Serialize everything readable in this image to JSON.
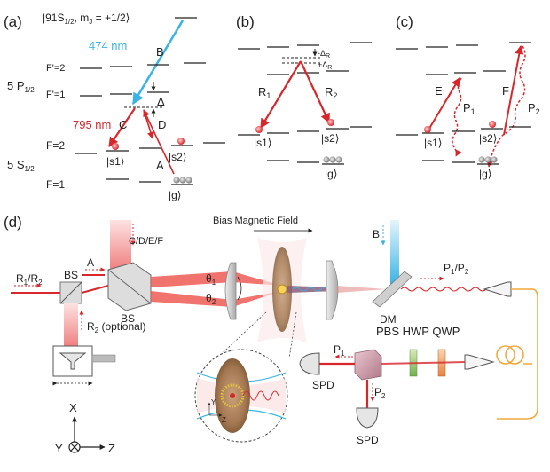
{
  "panels": {
    "a": {
      "label": "(a)",
      "rydberg_state": "|91S",
      "rydberg_sub": "1/2",
      "rydberg_mj": ", m",
      "rydberg_mj_sub": "J",
      "rydberg_mj_val": " = +1/2⟩",
      "wl_blue": "474 nm",
      "beam_B": "B",
      "p_state": "5 P",
      "p_sub": "1/2",
      "fp2": "F'=2",
      "fp1": "F'=1",
      "delta": "Δ",
      "wl_red": "795 nm",
      "beam_C": "C",
      "beam_D": "D",
      "beam_A": "A",
      "f2": "F=2",
      "s_state": "5 S",
      "s_sub": "1/2",
      "f1": "F=1",
      "ket_s1": "|s1⟩",
      "ket_s2": "|s2⟩",
      "ket_g": "|g⟩"
    },
    "b": {
      "label": "(b)",
      "minus_dr": "-Δ",
      "minus_dr_sub": "R",
      "plus_dr": "+Δ",
      "plus_dr_sub": "R",
      "beam_R1": "R",
      "beam_R1_sub": "1",
      "beam_R2": "R",
      "beam_R2_sub": "2",
      "ket_s1": "|s1⟩",
      "ket_s2": "|s2⟩",
      "ket_g": "|g⟩"
    },
    "c": {
      "label": "(c)",
      "beam_E": "E",
      "beam_F": "F",
      "beam_P1": "P",
      "beam_P1_sub": "1",
      "beam_P2": "P",
      "beam_P2_sub": "2",
      "ket_s1": "|s1⟩",
      "ket_s2": "|s2⟩",
      "ket_g": "|g⟩"
    },
    "d": {
      "label": "(d)",
      "bias_field": "Bias Magnetic Field",
      "cdef": "C/D/E/F",
      "beam_A": "A",
      "r1r2": "R",
      "r1r2_sub1": "1",
      "r1r2_mid": "/R",
      "r1r2_sub2": "2",
      "bs_left": "BS",
      "bs_right": "BS",
      "theta1": "θ",
      "theta1_sub": "1",
      "theta2": "θ",
      "theta2_sub": "2",
      "r2_opt": "R",
      "r2_opt_sub": "2",
      "r2_opt_tail": " (optional)",
      "beam_B": "B",
      "p1p2": "P",
      "p1p2_sub1": "1",
      "p1p2_mid": "/P",
      "p1p2_sub2": "2",
      "dm": "DM",
      "pbs_hwp_qwp": "PBS HWP QWP",
      "p1": "P",
      "p1_sub": "1",
      "p2": "P",
      "p2_sub": "2",
      "spd_left": "SPD",
      "spd_bottom": "SPD",
      "axis_x": "X",
      "axis_y": "Y",
      "axis_z": "Z",
      "inset_y": "Y",
      "inset_z": "Z"
    }
  },
  "colors": {
    "red": "#d8262a",
    "blue": "#3bb4e5",
    "fiber": "#f3a73a",
    "text": "#222222"
  }
}
